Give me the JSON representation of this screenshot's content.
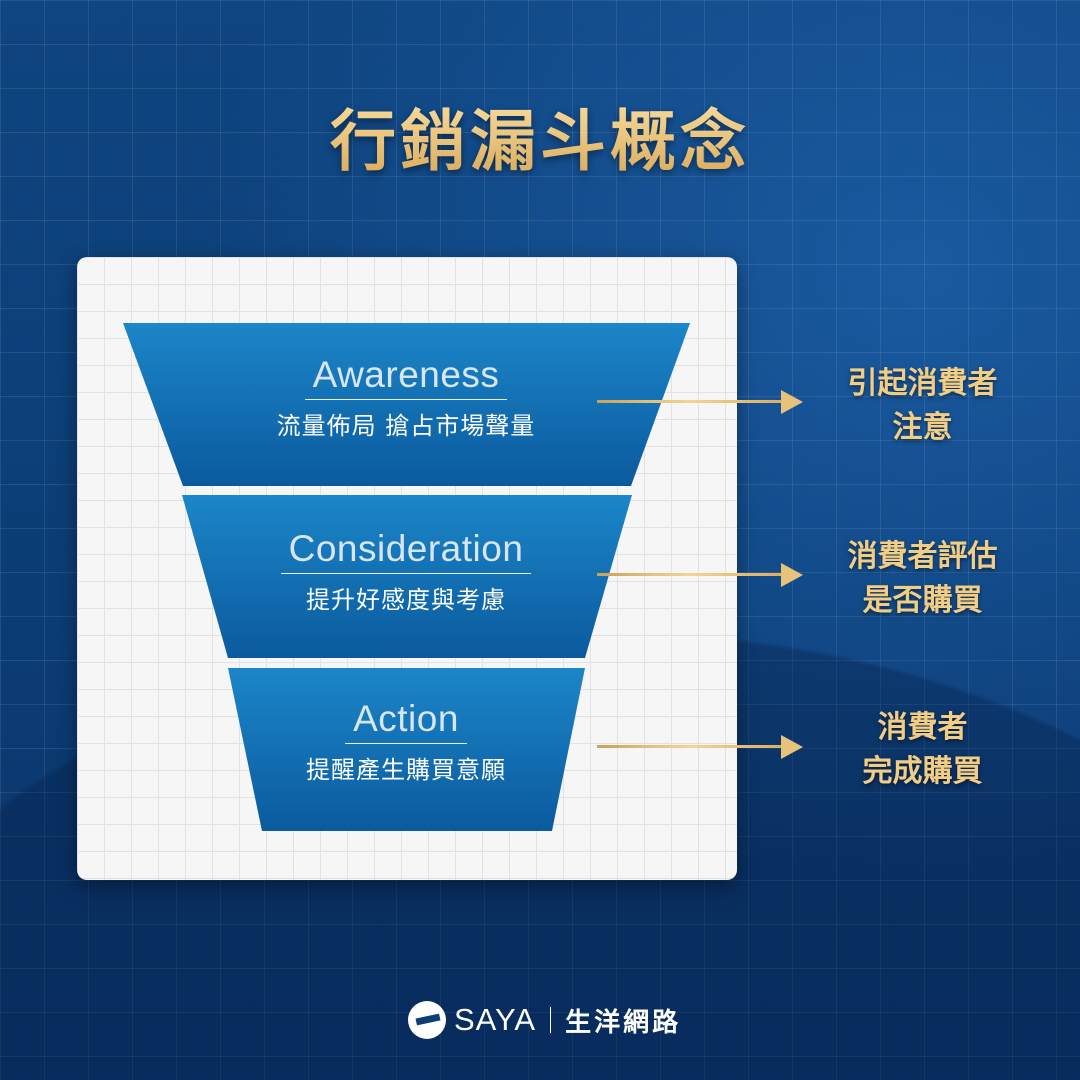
{
  "title": "行銷漏斗概念",
  "funnel": [
    {
      "en": "Awareness",
      "zh": "流量佈局 搶占市場聲量",
      "outcome_line1": "引起消費者",
      "outcome_line2": "注意"
    },
    {
      "en": "Consideration",
      "zh": "提升好感度與考慮",
      "outcome_line1": "消費者評估",
      "outcome_line2": "是否購買"
    },
    {
      "en": "Action",
      "zh": "提醒產生購買意願",
      "outcome_line1": "消費者",
      "outcome_line2": "完成購買"
    }
  ],
  "footer": {
    "logo_text": "SAYA",
    "brand": "生洋網路"
  },
  "colors": {
    "background": "#0c3d75",
    "gold": "#f2cd86",
    "funnel_top": "#1b86c8",
    "funnel_bottom": "#0b5a9e"
  }
}
